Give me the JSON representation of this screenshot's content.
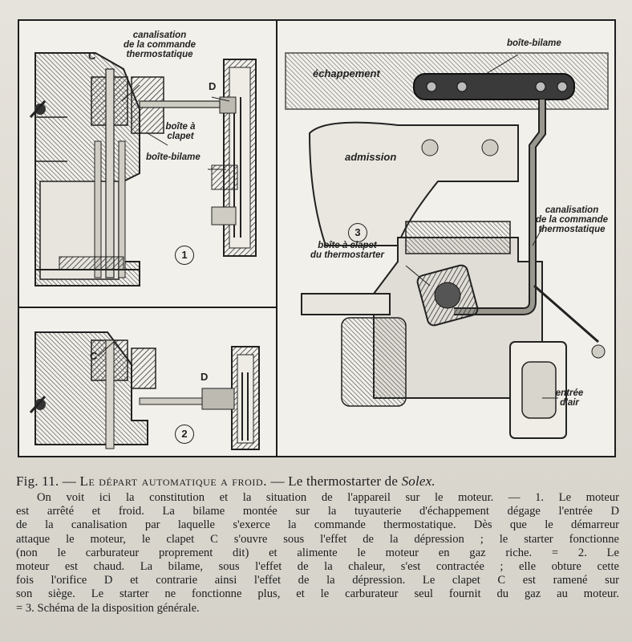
{
  "figure": {
    "panel1": {
      "label_canal": [
        "canalisation",
        "de la commande",
        "thermostatique"
      ],
      "label_c": "C",
      "label_d": "D",
      "label_clapet": [
        "boîte à",
        "clapet"
      ],
      "label_bilame": "boîte-bilame",
      "number": "1"
    },
    "panel2": {
      "label_c": "C",
      "label_d": "D",
      "number": "2"
    },
    "panel3": {
      "label_bilame": "boîte-bilame",
      "label_echappement": "échappement",
      "label_admission": "admission",
      "label_canal": [
        "canalisation",
        "de la commande",
        "thermostatique"
      ],
      "label_clapet": [
        "boîte à clapet",
        "du thermostarter"
      ],
      "label_air": [
        "entrée",
        "d'air"
      ],
      "number": "3"
    }
  },
  "caption": {
    "fig": "Fig. 11.",
    "dash1": " — ",
    "title_sc": "Le départ automatique a froid.",
    "dash2": " — Le thermostarter de ",
    "brand": "Solex.",
    "lines": [
      "On voit ici la constitution et la situation de l'appareil sur le moteur. — 1. Le moteur",
      "est arrêté et froid. La bilame montée sur la tuyauterie d'échappement dégage l'entrée D",
      "de la canalisation par laquelle s'exerce la commande thermostatique. Dès que le démarreur",
      "attaque le moteur, le clapet C s'ouvre sous l'effet de la dépression ; le starter fonctionne",
      "(non le carburateur proprement dit) et alimente le moteur en gaz riche. = 2. Le",
      "moteur est chaud. La bilame, sous l'effet de la chaleur, s'est contractée ; elle obture cette",
      "fois l'orifice D et contrarie ainsi l'effet de la dépression. Le clapet C est ramené sur",
      "son siège. Le starter ne fonctionne plus, et le carburateur seul fournit du gaz au moteur.",
      "= 3. Schéma de la disposition générale."
    ]
  }
}
